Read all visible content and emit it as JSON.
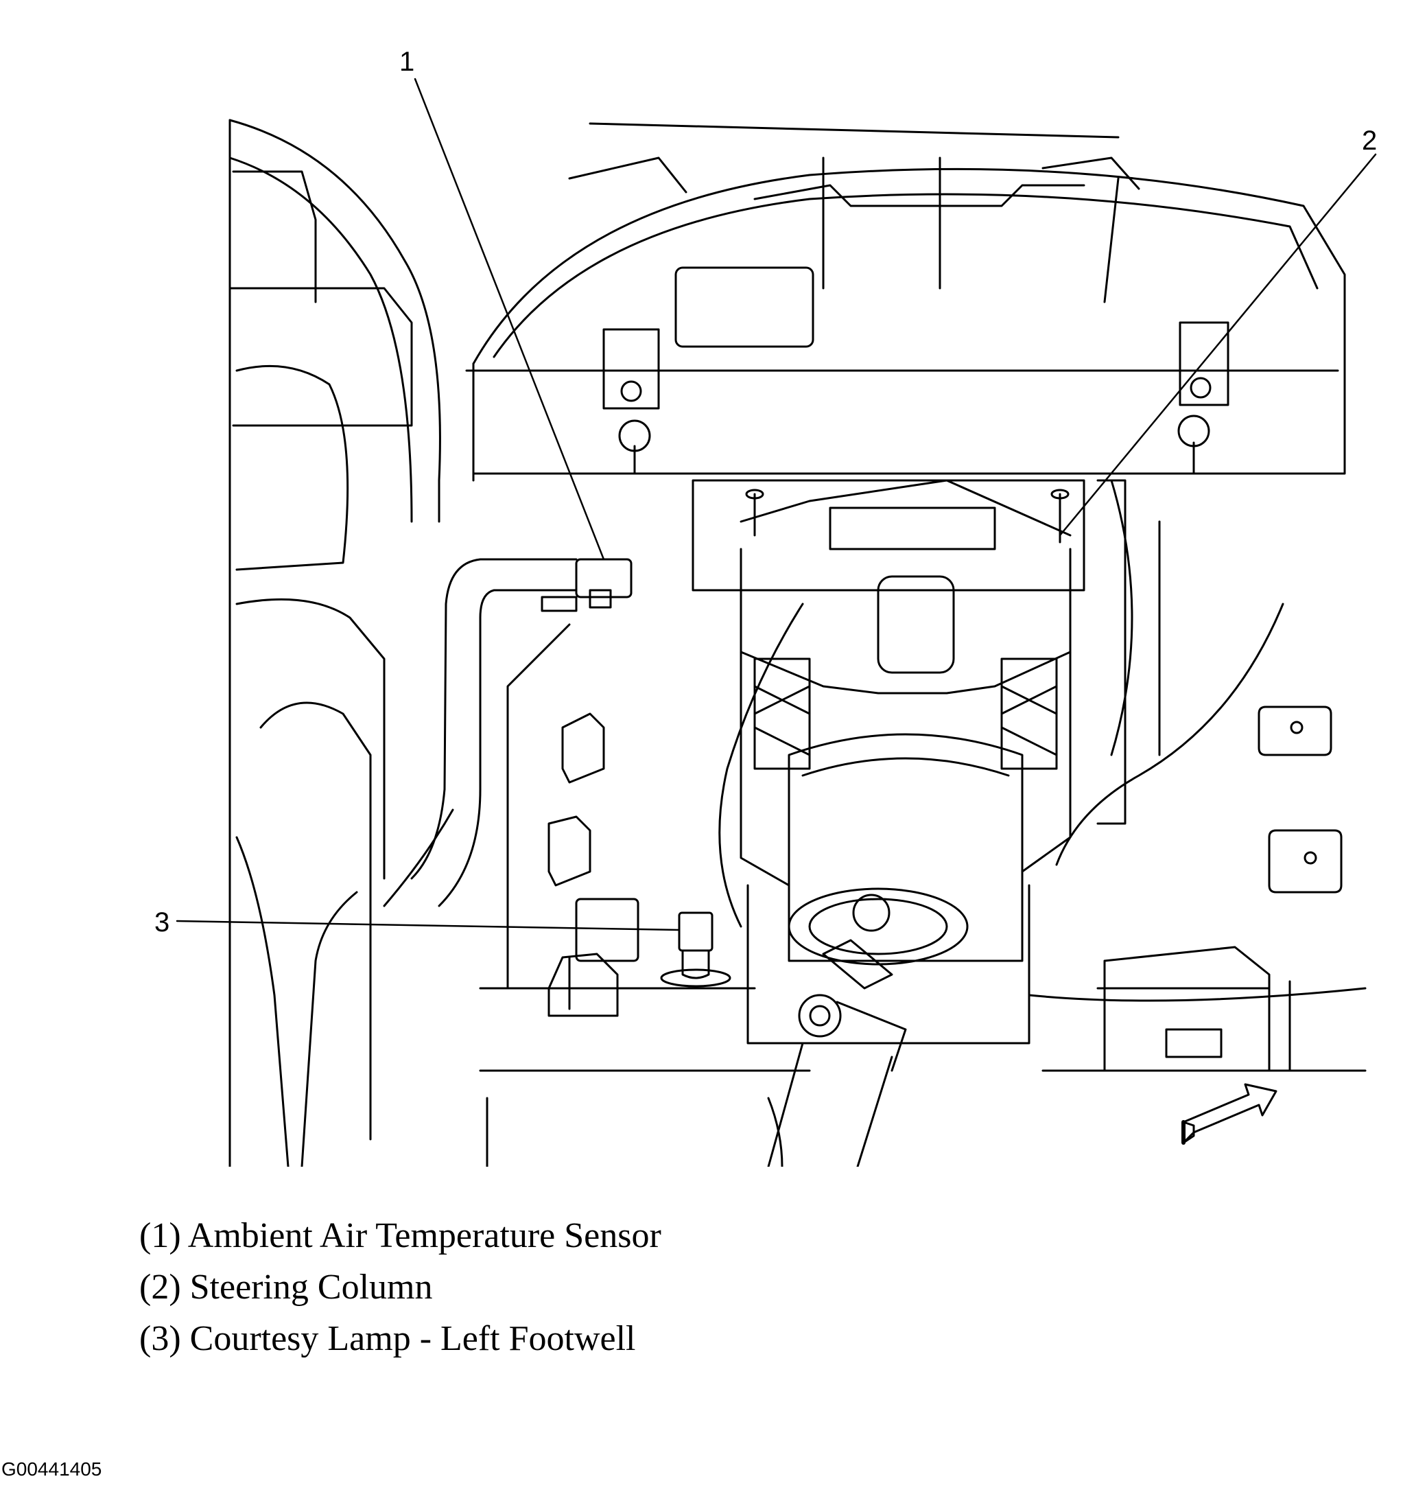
{
  "callouts": [
    {
      "number": "1",
      "label": "Ambient Air Temperature Sensor"
    },
    {
      "number": "2",
      "label": "Steering Column"
    },
    {
      "number": "3",
      "label": "Courtesy Lamp - Left Footwell"
    }
  ],
  "legend": [
    "(1) Ambient Air Temperature Sensor",
    "(2) Steering Column",
    "(3) Courtesy Lamp - Left Footwell"
  ],
  "figure_id": "G00441405",
  "icons": {
    "direction_arrow": "arrow-forward-icon"
  }
}
